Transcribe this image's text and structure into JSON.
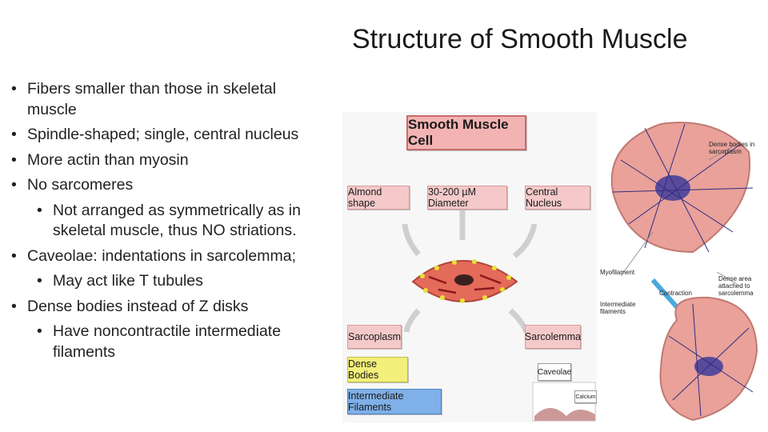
{
  "slide": {
    "title": "Structure of Smooth Muscle",
    "bullets": [
      {
        "text": "Fibers smaller than those in skeletal muscle",
        "level": 1
      },
      {
        "text": "Spindle-shaped; single, central nucleus",
        "level": 1
      },
      {
        "text": "More actin than myosin",
        "level": 1
      },
      {
        "text": "No sarcomeres",
        "level": 1
      },
      {
        "text": "Not arranged as symmetrically as in skeletal muscle, thus NO striations.",
        "level": 2
      },
      {
        "text": "Caveolae: indentations in sarcolemma;",
        "level": 1
      },
      {
        "text": "May act like T tubules",
        "level": 2
      },
      {
        "text": "Dense bodies instead of Z disks",
        "level": 1
      },
      {
        "text": "Have noncontractile intermediate filaments",
        "level": 2
      }
    ]
  },
  "figure": {
    "header": "Smooth Muscle Cell",
    "labels": {
      "almond": "Almond shape",
      "diameter": "30-200 µM Diameter",
      "nucleus": "Central Nucleus",
      "sarcoplasm": "Sarcoplasm",
      "sarcolemma": "Sarcolemma",
      "dense_bodies": "Dense Bodies",
      "intermediate": "Intermediate Filaments",
      "caveolae": "Caveolae",
      "calcium": "Calcium"
    },
    "annotations": {
      "dense_sarcoplasm": "Dense bodies in sarcoplasm",
      "myofilament": "Myofilament",
      "contraction": "Contraction",
      "intermediate_filaments": "Intermediate filaments",
      "dense_area": "Dense area attached to sarcolemma"
    }
  }
}
